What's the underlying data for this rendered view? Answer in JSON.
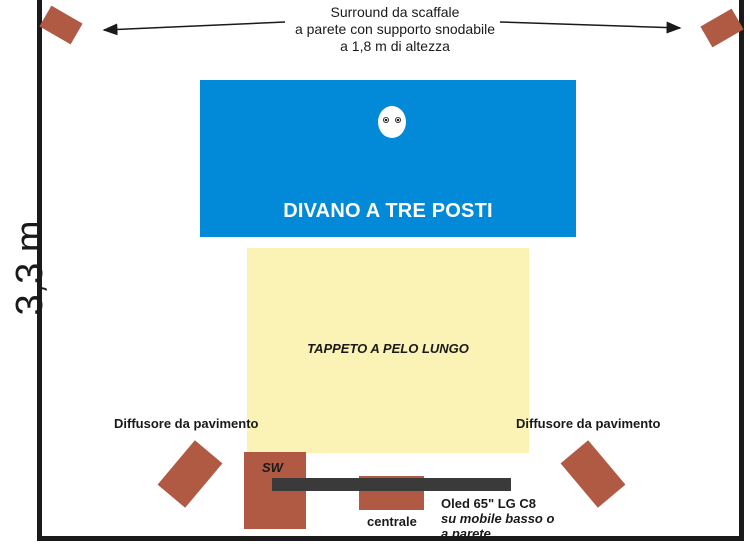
{
  "labels": {
    "surround": [
      "Surround da scaffale",
      "a parete con supporto snodabile",
      "a 1,8 m di altezza"
    ],
    "room_dimension": "3,3 m",
    "sofa": "DIVANO A TRE POSTI",
    "rug": "TAPPETO A PELO LUNGO",
    "floor_speaker_left": "Diffusore da pavimento",
    "floor_speaker_right": "Diffusore da pavimento",
    "subwoofer": "SW",
    "center": "centrale",
    "tv": "Oled 65\" LG C8",
    "tv_furniture": [
      "su mobile basso o",
      "a parete"
    ]
  },
  "colors": {
    "speaker": "#b05a44",
    "sofa": "#0289d7",
    "rug": "#fbf2b5",
    "tv": "#3a3a3a",
    "wall": "#1a1a1a"
  },
  "icons": {
    "listener": "listener-head-icon"
  }
}
